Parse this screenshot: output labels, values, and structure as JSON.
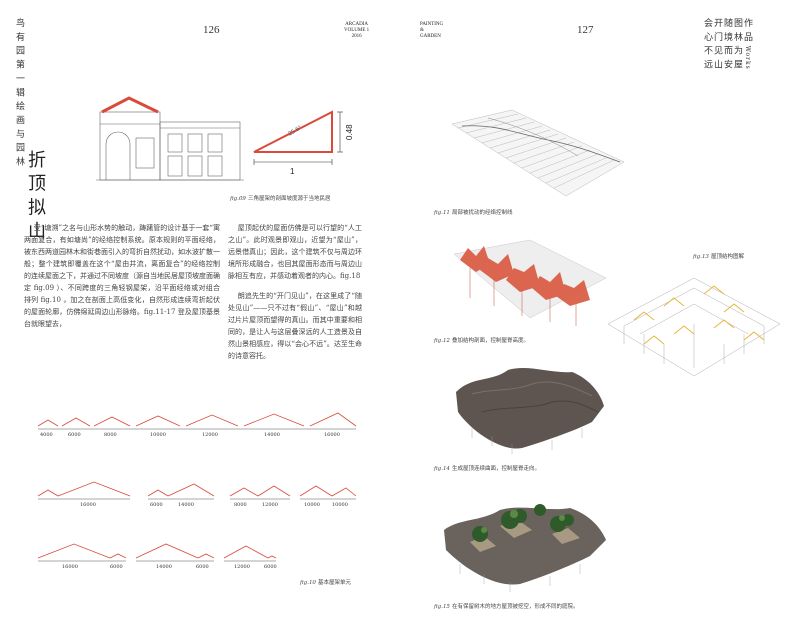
{
  "left_page": {
    "header_vertical": [
      "鸟 有 园",
      "第 一 辑",
      "绘 画 与 园 林"
    ],
    "page_number": "126",
    "journal": [
      "ARCADIA",
      "VOLUME 1",
      "2016"
    ],
    "section_title": "折 顶 拟 山",
    "roof_diagram_labels": {
      "slope": "0.48",
      "angle": "25.6°",
      "base": "1"
    },
    "fig9_caption": {
      "ref": "fig.09",
      "text": "三角屋架的剖面坡度源于当地民居"
    },
    "body_col1": "受“塘溯”之名与山形水势的触动，踌躇管的设计基于一套“寓两面复合，有如塘尚”的经络控制系统。原本规则的平面经络，被东西两道园林木和街巷面引入的弯折自然扰动，如水波扩散一般；整个建筑即覆盖在这个“屋由井流，离面复合”的经络控制的连续屋面之下，并通过不同坡度（源自当地民居屋顶坡度面确定 fig.09 ）、不同跨度的三角轻钢屋架，沿平面经络或对组合排列 fig.10 ，加之在剖面上高低变化，自然形成连续弯折起伏的屋面轮廓，仿佛绵延周边山形脉络。fig.11-17 登及屋顶基景台就眼望去，",
    "body_col2": [
      "屋顶起伏的屋面仿佛是可以行望的“人工之山”。此时观景即观山，近望为“屋山”，远景借真山；因此，这个建筑不仅与周边环境所形成融合，也回其屋面形态而与周边山脉相互有应，并感动着观者的内心。fig.18",
      "朗追先生的“开门见山”，在这里成了“随处见山”——只不过有“假山”、“屋山”和越过片片屋顶而望得的真山。而其中重要和相同的，是让人与这层叠深远的人工造景及自然山景相感应，得以“会心不远”。达至生命的诗意容托。"
    ],
    "dim_rows": [
      [
        "4000",
        "6000",
        "8000",
        "10000",
        "12000",
        "14000",
        "16000"
      ],
      [
        "16000",
        "6000",
        "14000",
        "8000",
        "12000",
        "10000",
        "10000"
      ],
      [
        "16000",
        "6000",
        "14000",
        "6000",
        "12000",
        "6000"
      ]
    ],
    "fig10_caption": {
      "ref": "fig.10",
      "text": "基本屋架单元"
    }
  },
  "right_page": {
    "journal": [
      "PAINTING",
      "&",
      "GARDEN"
    ],
    "page_number": "127",
    "header_vertical": [
      "作 品",
      "Works",
      "图 林 为 屋",
      "随 境 而 安",
      "开 门 见 山",
      "会 心 不 远"
    ],
    "fig11_caption": {
      "ref": "fig.11",
      "text": "局部被扰动的经络控制线"
    },
    "fig12_caption": {
      "ref": "fig.12",
      "text": "叠加结构剖面，控制屋脊高度。"
    },
    "fig13_caption": {
      "ref": "fig.13",
      "text": "屋顶结构图解"
    },
    "fig14_caption": {
      "ref": "fig.14",
      "text": "生成屋顶连续曲面，控制屋脊走向。"
    },
    "fig15_caption": {
      "ref": "fig.15",
      "text": "在有保留树木的地方屋顶被挖空，形成不同的庭院。"
    }
  },
  "colors": {
    "accent_red": "#d94a3a",
    "roof_gray": "#5e5550",
    "line_gray": "#999999"
  }
}
